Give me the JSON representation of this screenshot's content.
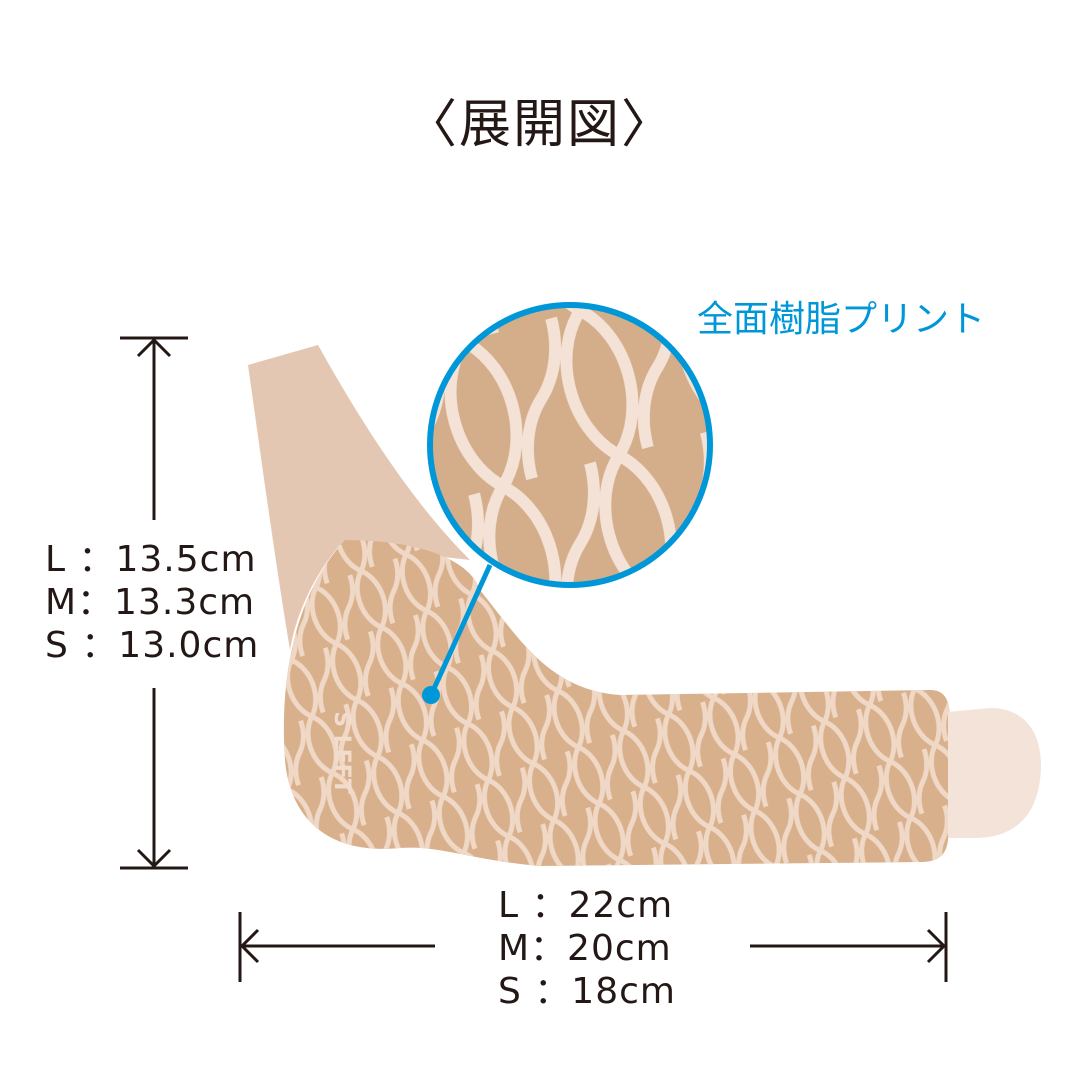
{
  "title": "〈展開図〉",
  "callout": {
    "label": "全面樹脂プリント",
    "color": "#0097d8"
  },
  "height_dimension": {
    "lines": [
      "L ：13.5cm",
      "M：13.3cm",
      "S ：13.0cm"
    ]
  },
  "width_dimension": {
    "lines": [
      "L ：22cm",
      "M：20cm",
      "S ：18cm"
    ]
  },
  "product_marking": "S LEFT",
  "colors": {
    "product": "#d9b08c",
    "pattern": "#f0d8c6",
    "pad": "#f3e3d8",
    "accent": "#0097d8"
  }
}
